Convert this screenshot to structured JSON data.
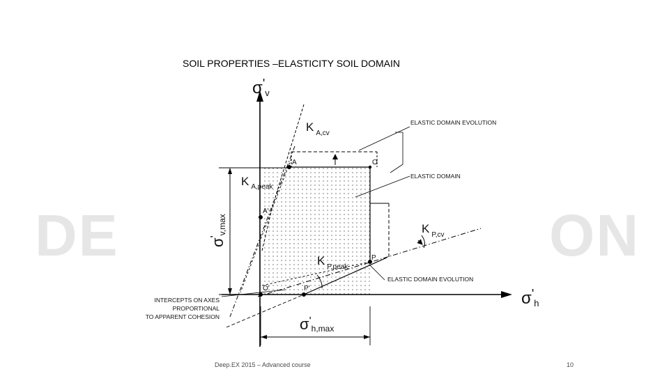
{
  "slide": {
    "title": "SOIL PROPERTIES –ELASTICITY SOIL DOMAIN",
    "footer_left": "Deep.EX 2015 – Advanced course",
    "page_number": "10",
    "watermark_left": "DE",
    "watermark_right": "ON"
  },
  "diagram": {
    "axis_v": {
      "sym": "σ",
      "prime": "'",
      "sub": "v"
    },
    "axis_h": {
      "sym": "σ",
      "prime": "'",
      "sub": "h"
    },
    "k_acv": {
      "k": "K",
      "sub": "A,cv"
    },
    "k_apeak": {
      "k": "K",
      "sub": "A,peak"
    },
    "k_pcv": {
      "k": "K",
      "sub": "P,cv"
    },
    "k_ppeak": {
      "k": "K",
      "sub": "P,peak"
    },
    "sv_max": {
      "sym": "σ",
      "prime": "'",
      "sub": "v,max"
    },
    "sh_max": {
      "sym": "σ",
      "prime": "'",
      "sub": "h,max"
    },
    "point_a": "A",
    "point_a_prime": "A'",
    "point_o": "O",
    "point_p": "P",
    "point_p_prime": "P'",
    "point_o_prime": "O'",
    "ann_evolution_top": "ELASTIC DOMAIN EVOLUTION",
    "ann_domain": "ELASTIC DOMAIN",
    "ann_evolution_bottom": "ELASTIC DOMAIN EVOLUTION",
    "ann_intercepts": [
      "INTERCEPTS ON AXES",
      "PROPORTIONAL",
      "TO APPARENT COHESION"
    ]
  }
}
